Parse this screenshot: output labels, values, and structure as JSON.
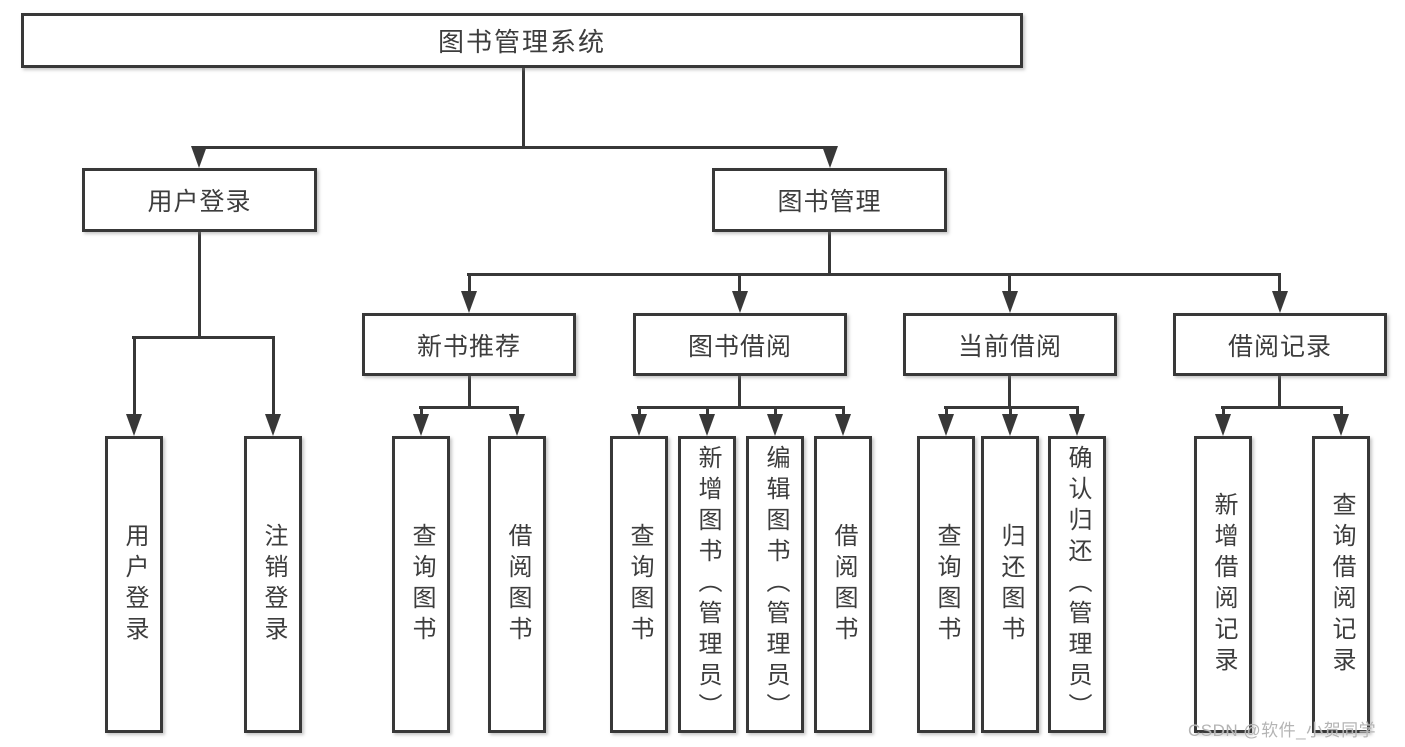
{
  "diagram": {
    "root": "图书管理系统",
    "level2": [
      "用户登录",
      "图书管理"
    ],
    "level3": [
      "新书推荐",
      "图书借阅",
      "当前借阅",
      "借阅记录"
    ],
    "leaves": {
      "user_login": [
        "用户登录",
        "注销登录"
      ],
      "new_book_recommendation": [
        "查询图书",
        "借阅图书"
      ],
      "book_borrowing": [
        "查询图书",
        "新增图书（管理员）",
        "编辑图书（管理员）",
        "借阅图书"
      ],
      "current_borrowing": [
        "查询图书",
        "归还图书",
        "确认归还（管理员）"
      ],
      "borrowing_records": [
        "新增借阅记录",
        "查询借阅记录"
      ]
    },
    "colors": {
      "line": "#383838",
      "text": "#3d3d3d",
      "box_background": "#ffffff",
      "page_background": "#ffffff",
      "watermark": "#b4b4b4"
    }
  },
  "watermark": {
    "text": "CSDN @软件_小贺同学"
  }
}
